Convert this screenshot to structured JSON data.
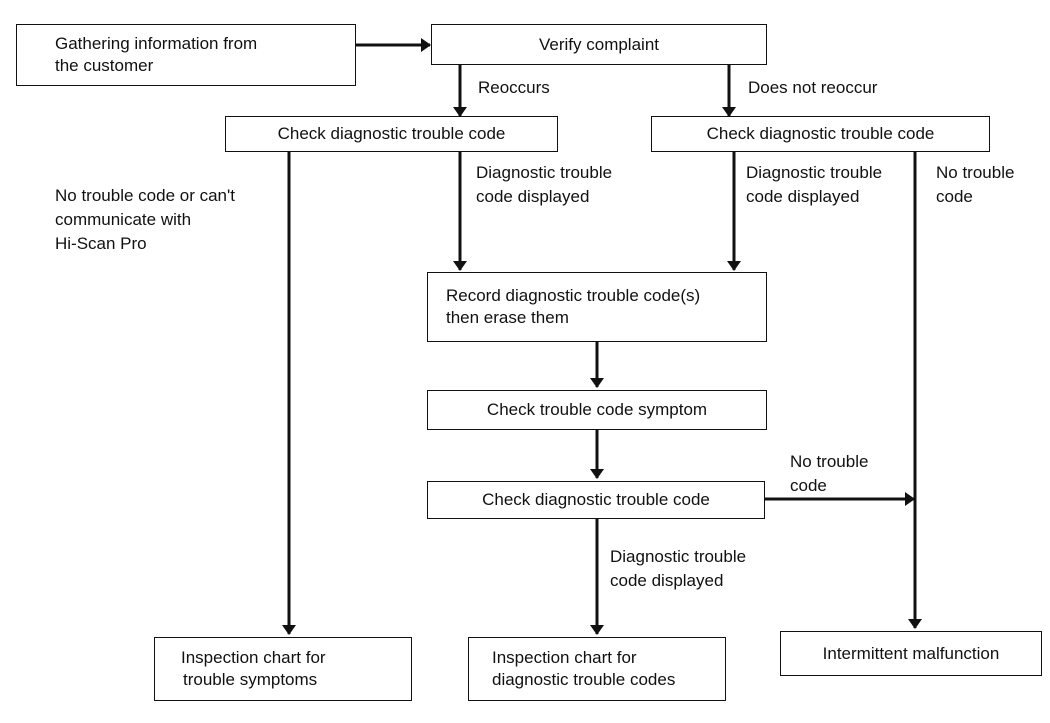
{
  "boxes": {
    "gather": {
      "line1": "Gathering information from",
      "line2": "the customer"
    },
    "verify": "Verify complaint",
    "check_left": "Check diagnostic trouble code",
    "check_right": "Check diagnostic trouble code",
    "record": {
      "line1": "Record diagnostic trouble code(s)",
      "line2": "then erase them"
    },
    "symptom": "Check trouble code symptom",
    "check_mid": "Check diagnostic trouble code",
    "insp_symptoms": {
      "line1": "Inspection chart for",
      "line2": "trouble symptoms"
    },
    "insp_codes": {
      "line1": "Inspection chart for",
      "line2": "diagnostic trouble codes"
    },
    "intermittent": "Intermittent malfunction"
  },
  "labels": {
    "reoccurs": "Reoccurs",
    "not_reoccur": "Does not reoccur",
    "no_code_cant": {
      "line1": "No trouble code or can't",
      "line2": "communicate with",
      "line3": "Hi-Scan Pro"
    },
    "dtc_left": {
      "line1": "Diagnostic trouble",
      "line2": "code displayed"
    },
    "dtc_right": {
      "line1": "Diagnostic trouble",
      "line2": "code displayed"
    },
    "no_code_right": {
      "line1": "No trouble",
      "line2": "code"
    },
    "no_code_mid": {
      "line1": "No trouble",
      "line2": "code"
    },
    "dtc_mid": {
      "line1": "Diagnostic trouble",
      "line2": "code displayed"
    }
  }
}
